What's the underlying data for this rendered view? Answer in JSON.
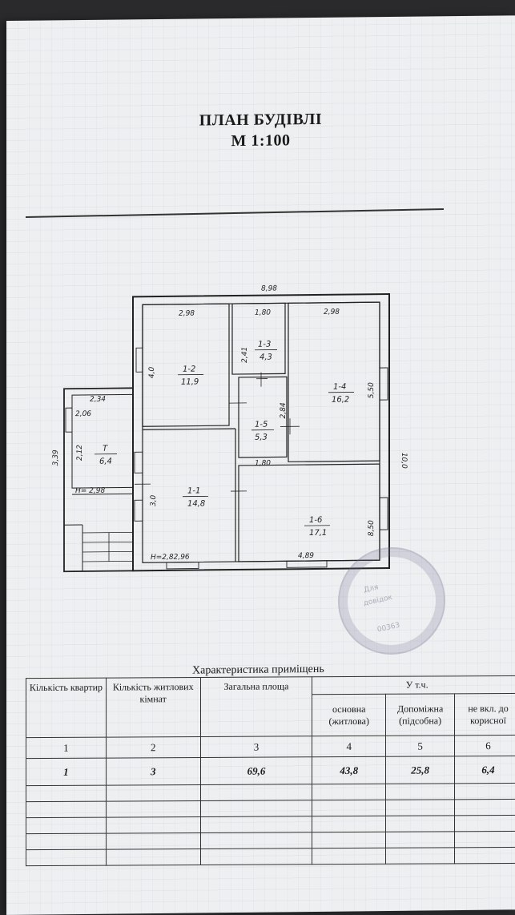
{
  "document": {
    "title": "ПЛАН БУДІВЛІ",
    "scale": "М 1:100"
  },
  "plan": {
    "dimensions": {
      "overall_width": "8,98",
      "overall_depth": "10,0",
      "top_room12": "2,98",
      "top_room13": "1,80",
      "top_room14": "2,98",
      "room12_height": "4,0",
      "room13_height": "2,41",
      "room14_height": "5,50",
      "room15_height": "2,84",
      "room15_bottom": "1,80",
      "annex_width": "2,34",
      "annex_inner": "2,06",
      "annex_outer_h": "3,39",
      "annex_inner_h": "2,12",
      "annex_h_note": "Н= 2,98",
      "room11_width": "3,0",
      "room16_height": "8,50",
      "room16_width": "4,89",
      "room11_h_note": "Н=2,82,96"
    },
    "rooms": [
      {
        "id": "1-1",
        "area": "14,8"
      },
      {
        "id": "1-2",
        "area": "11,9"
      },
      {
        "id": "1-3",
        "area": "4,3"
      },
      {
        "id": "1-4",
        "area": "16,2"
      },
      {
        "id": "1-5",
        "area": "5,3"
      },
      {
        "id": "1-6",
        "area": "17,1"
      },
      {
        "id": "Т",
        "area": "6,4"
      }
    ]
  },
  "characteristics": {
    "caption": "Характеристика приміщень",
    "headers": {
      "apartments": "Кількість квартир",
      "living_rooms": "Кількість житлових кімнат",
      "total_area": "Загальна площа",
      "including": "У т.ч.",
      "main": "основна (житлова)",
      "auxiliary": "Допоміжна (підсобна)",
      "not_included": "не вкл. до корисної"
    },
    "column_numbers": [
      "1",
      "2",
      "3",
      "4",
      "5",
      "6"
    ],
    "row": {
      "apartments": "1",
      "living_rooms": "3",
      "total_area": "69,6",
      "main": "43,8",
      "auxiliary": "25,8",
      "not_included": "6,4"
    }
  }
}
